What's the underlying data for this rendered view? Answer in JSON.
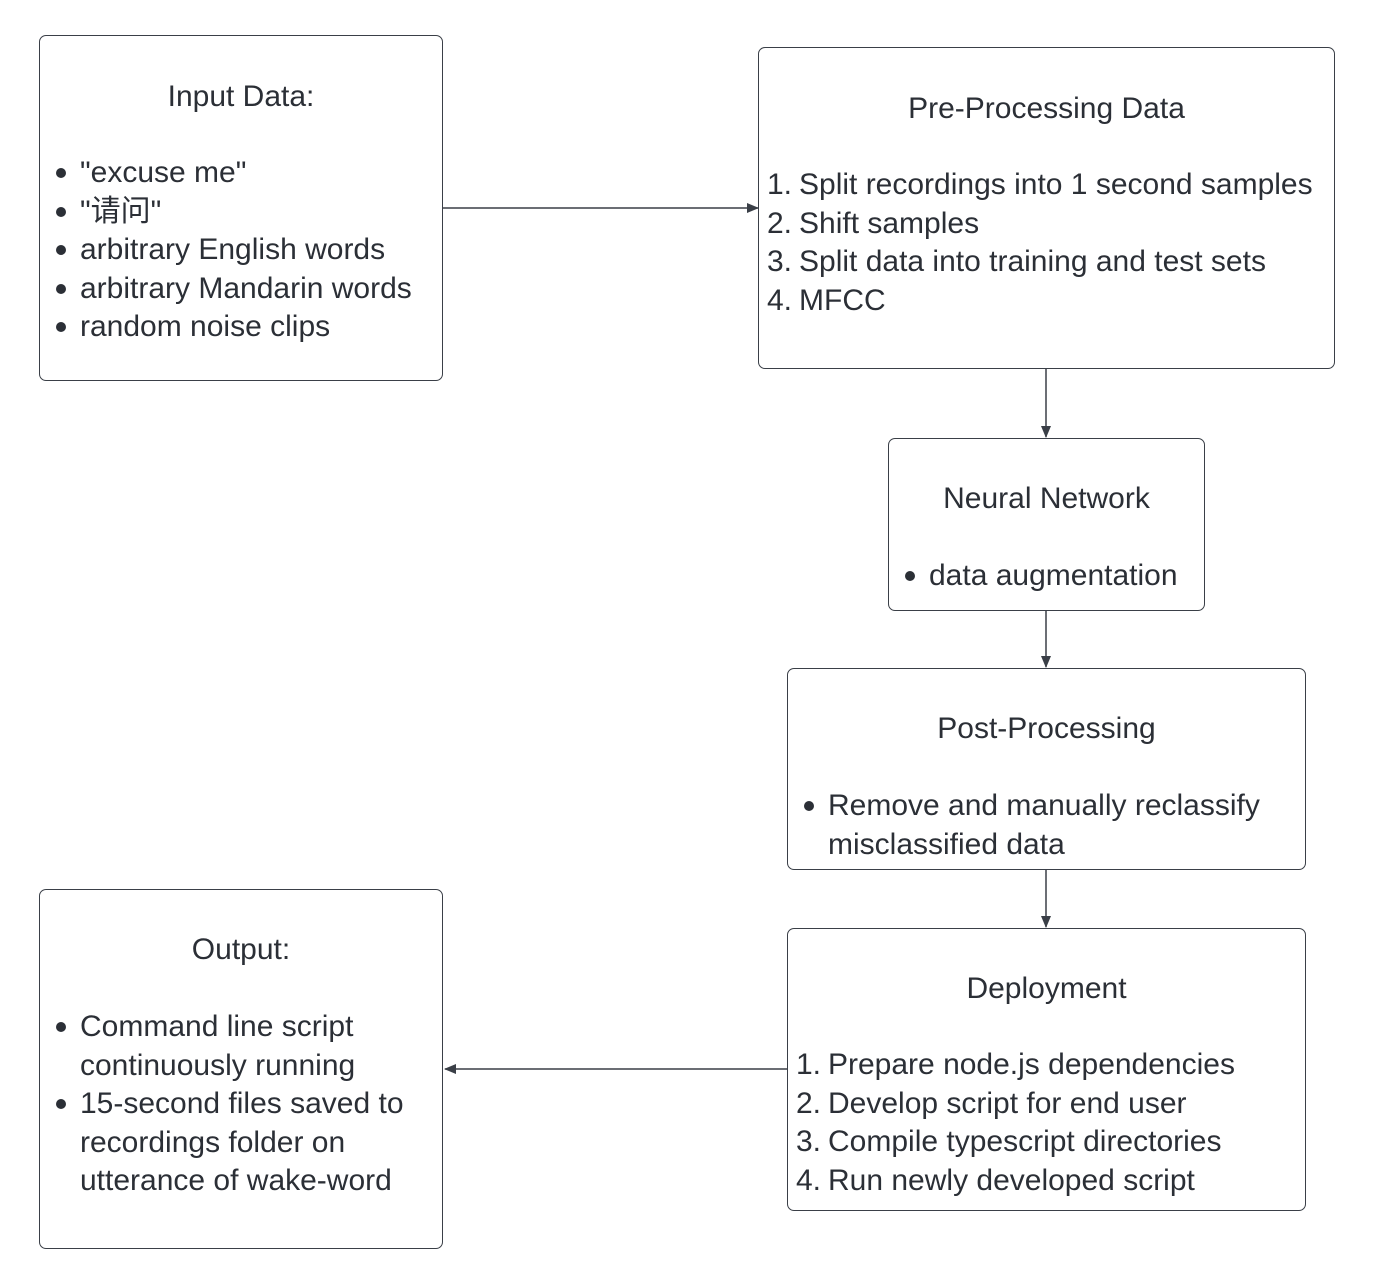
{
  "nodes": {
    "input": {
      "title": "Input Data:",
      "items": [
        "\"excuse me\"",
        "\"请问\"",
        "arbitrary English words",
        "arbitrary Mandarin words",
        "random noise clips"
      ]
    },
    "preprocessing": {
      "title": "Pre-Processing Data",
      "items": [
        "Split recordings into 1 second samples",
        "Shift samples",
        "Split data into training and test sets",
        "MFCC"
      ],
      "markers": [
        "1.",
        "2.",
        "3.",
        "4."
      ]
    },
    "neural_network": {
      "title": "Neural Network",
      "items": [
        "data augmentation"
      ]
    },
    "postprocessing": {
      "title": "Post-Processing",
      "items": [
        "Remove and manually reclassify misclassified data"
      ]
    },
    "deployment": {
      "title": "Deployment",
      "items": [
        "Prepare node.js dependencies",
        "Develop script for end user",
        "Compile typescript directories",
        "Run newly developed script"
      ],
      "markers": [
        "1.",
        "2.",
        "3.",
        "4."
      ]
    },
    "output": {
      "title": "Output:",
      "items": [
        "Command line script continuously running",
        "15-second files saved to recordings folder on utterance of wake-word"
      ]
    }
  },
  "edges": [
    {
      "from": "input",
      "to": "preprocessing"
    },
    {
      "from": "preprocessing",
      "to": "neural_network"
    },
    {
      "from": "neural_network",
      "to": "postprocessing"
    },
    {
      "from": "postprocessing",
      "to": "deployment"
    },
    {
      "from": "deployment",
      "to": "output"
    }
  ],
  "colors": {
    "stroke": "#3a3f47",
    "text": "#2b2f36"
  }
}
